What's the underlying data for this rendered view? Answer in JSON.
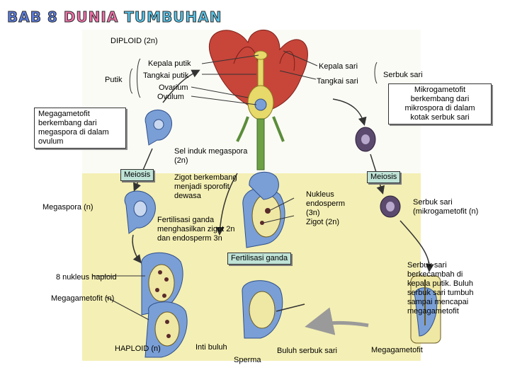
{
  "title_parts": [
    {
      "text": "BAB 8 ",
      "color": "#5d7fe0"
    },
    {
      "text": "DUNIA ",
      "color": "#f071a9"
    },
    {
      "text": "TUMBUHAN",
      "color": "#59c4e8"
    }
  ],
  "labels": {
    "diploid": "DIPLOID (2n)",
    "haploid": "HAPLOID (n)",
    "putik": "Putik",
    "kepala_putik": "Kepala putik",
    "tangkai_putik": "Tangkai putik",
    "ovarium": "Ovarium",
    "ovulum": "Ovulum",
    "kepala_sari": "Kepala sari",
    "tangkai_sari": "Tangkai sari",
    "serbuk_sari": "Serbuk sari",
    "mikrogametofit_callout": "Mikrogametofit\nberkembang dari\nmikrospora di dalam\nkotak serbuk sari",
    "megagametofit_callout": "Megagametofit\nberkembang dari\nmegaspora di dalam\novulum",
    "sel_induk": "Sel induk megaspora\n(2n)",
    "meiosis_left": "Meiosis",
    "meiosis_right": "Meiosis",
    "zigot_berkembang": "Zigot berkembang\nmenjadi sporofit\ndewasa",
    "megaspora": "Megaspora (n)",
    "fertilisasi_ganda_note": "Fertilisasi ganda\nmenghasilkan zigot 2n\ndan endosperm 3n",
    "nukleus_endosperm": "Nukleus\nendosperm\n(3n)\nZigot (2n)",
    "serbuk_sari_mikro": "Serbuk sari\n(mikrogametofit (n)",
    "fertilisasi_ganda": "Fertilisasi ganda",
    "delapan_nukleus": "8 nukleus haploid",
    "megagametofit_n": "Megagametofit (n)",
    "serbuk_berkecambah": "Serbuk sari\nberkecambah di\nkepala putik. Buluh\nserbuk sari tumbuh\nsampai mencapai\nmegagametofit",
    "inti_buluh": "Inti buluh",
    "sperma": "Sperma",
    "buluh_serbuk_sari": "Buluh serbuk sari",
    "megagametofit": "Megagametofit"
  },
  "icons": {
    "flower": "flower-illustration",
    "ovule": "ovule-icon",
    "pollen": "pollen-grain-icon"
  },
  "colors": {
    "petal": "#c8453a",
    "ovule_blue": "#7a9fd6",
    "callout_teal": "#bfe3d6",
    "bottom_panel": "#f4efb4",
    "arrow_dark": "#333333",
    "arrow_gray": "#9a9a9a"
  }
}
